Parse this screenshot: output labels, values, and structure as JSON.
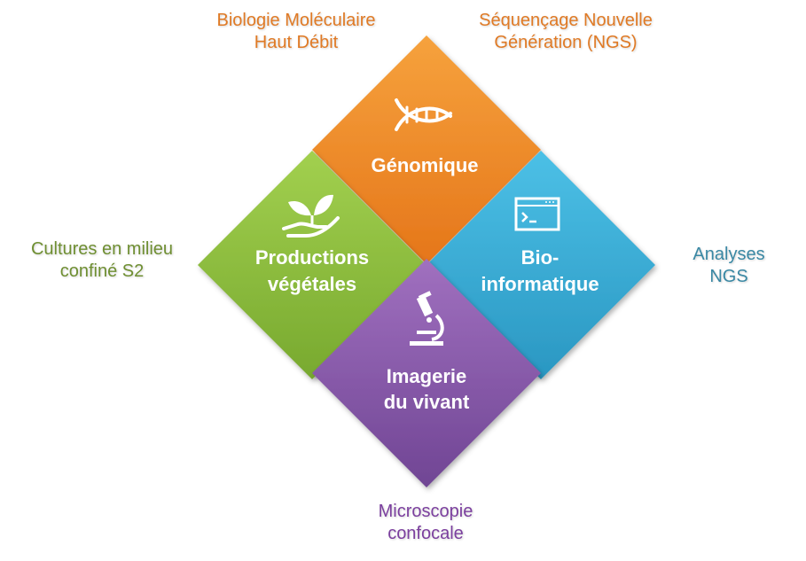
{
  "diagram": {
    "tiles": {
      "genomique": {
        "lines": [
          "Génomique"
        ],
        "color": "#f08a24",
        "icon": "dna-icon"
      },
      "productions": {
        "lines": [
          "Productions",
          "végétales"
        ],
        "color": "#8cbf3f",
        "icon": "plant-hand-icon"
      },
      "bioinfo": {
        "lines": [
          "Bio-",
          "informatique"
        ],
        "color": "#34aed6",
        "icon": "terminal-window-icon"
      },
      "imagerie": {
        "lines": [
          "Imagerie",
          "du vivant"
        ],
        "color": "#8a5aa8",
        "icon": "microscope-icon"
      }
    },
    "labels": {
      "biomol": [
        "Biologie Moléculaire",
        "Haut Débit"
      ],
      "ngs": [
        "Séquençage Nouvelle",
        "Génération (NGS)"
      ],
      "cultures": [
        "Cultures en milieu",
        "confiné S2"
      ],
      "analyses": [
        "Analyses",
        "NGS"
      ],
      "micro": [
        "Microscopie",
        "confocale"
      ]
    }
  }
}
